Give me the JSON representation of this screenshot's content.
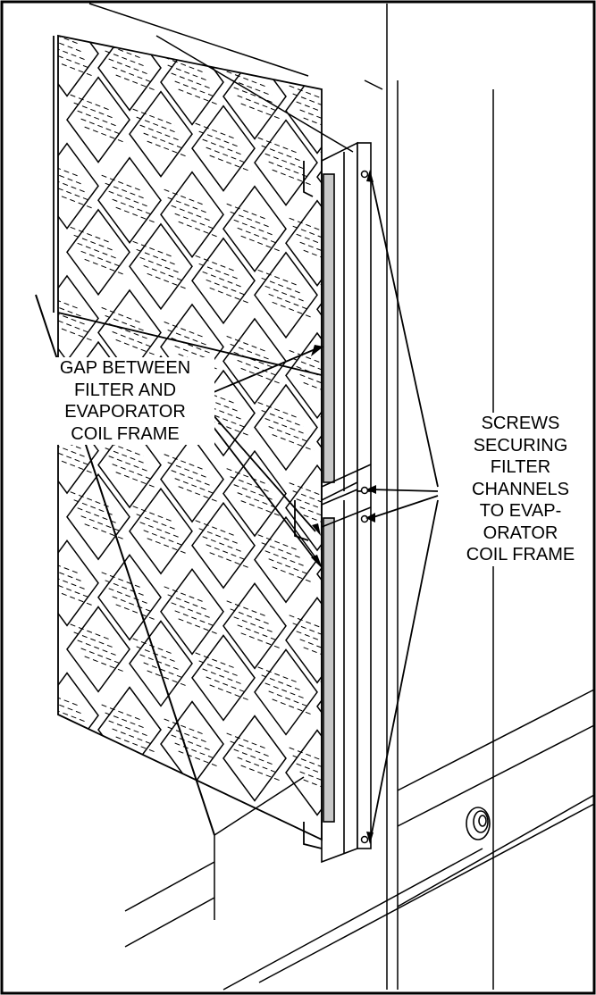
{
  "labels": {
    "gap": {
      "lines": [
        "GAP BETWEEN",
        "FILTER AND",
        "EVAPORATOR",
        "COIL FRAME"
      ]
    },
    "screws": {
      "lines": [
        "SCREWS",
        "SECURING",
        "FILTER",
        "CHANNELS",
        "TO EVAP-",
        "ORATOR",
        "COIL FRAME"
      ]
    }
  },
  "colors": {
    "line": "#000000",
    "gap_fill": "#c8c8c8",
    "background": "#ffffff"
  }
}
